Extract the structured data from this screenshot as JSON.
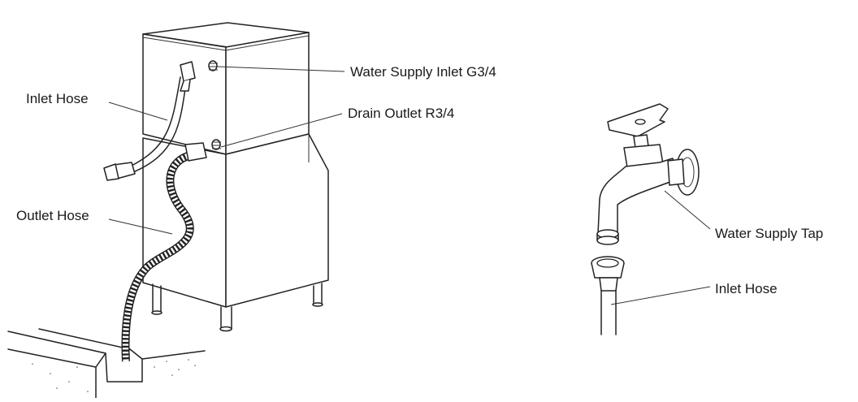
{
  "labels": {
    "water_supply_inlet": "Water Supply Inlet G3/4",
    "drain_outlet": "Drain Outlet R3/4",
    "inlet_hose_left": "Inlet Hose",
    "outlet_hose": "Outlet Hose",
    "water_supply_tap": "Water Supply Tap",
    "inlet_hose_right": "Inlet Hose"
  }
}
